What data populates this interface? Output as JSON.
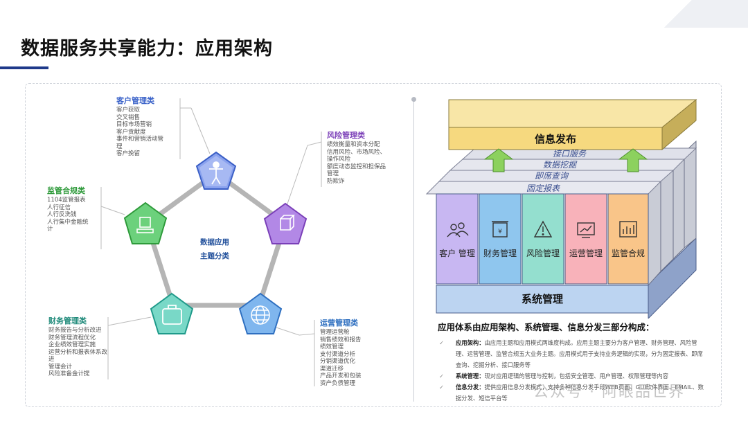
{
  "title": "数据服务共享能力：应用架构",
  "center": {
    "line1": "数据应用",
    "line2": "主题分类"
  },
  "categories": {
    "customer": {
      "title": "客户管理类",
      "color": "#3b63c9",
      "items": [
        "客户获取",
        "交叉销售",
        "目标市场营销",
        "客户贡献度",
        "事件和营销活动管",
        "理",
        "客户挽留"
      ]
    },
    "risk": {
      "title": "风险管理类",
      "color": "#7b3fb8",
      "items": [
        "绩效衡量和资本分配",
        "信用风险、市场风险、",
        "操作风险",
        "额度动态监控和担保品",
        "管理",
        "防欺诈"
      ]
    },
    "compliance": {
      "title": "监管合规类",
      "color": "#2e9a3a",
      "items": [
        "1104监管报表",
        "人行征信",
        "人行反洗钱",
        "人行集中金融统",
        "计"
      ]
    },
    "finance": {
      "title": "财务管理类",
      "color": "#1f8a7a",
      "items": [
        "财务报告与分析改进",
        "财务管理流程优化",
        "企业绩效管理实施",
        "运营分析和报表体系改",
        "进",
        "管理会计",
        "风险准备金计提"
      ]
    },
    "operation": {
      "title": "运营管理类",
      "color": "#2e6fc0",
      "items": [
        "管理运营舱",
        "销售绩效和报告",
        "绩效管理",
        "支付渠道分析",
        "分销渠道优化",
        "渠道迁移",
        "产品开发和包装",
        "资产负债管理"
      ]
    }
  },
  "architecture": {
    "top": "信息发布",
    "layers": [
      "接口服务",
      "数据挖掘",
      "即席查询",
      "固定报表"
    ],
    "columns": [
      "客户 管理",
      "财务管理",
      "风险管理",
      "运营管理",
      "监管合规"
    ],
    "column_colors": [
      "#c8b7f2",
      "#8fc6ee",
      "#94dfcf",
      "#f8b2ba",
      "#f9c589"
    ],
    "base": "系统管理",
    "icons": [
      "people-icon",
      "money-icon",
      "warning-icon",
      "chart-line-icon",
      "bar-chart-icon"
    ]
  },
  "description": {
    "heading": "应用体系由应用架构、系统管理、信息分发三部分构成：",
    "items": [
      {
        "label": "应用架构：",
        "text": "由应用主题和应用模式两维度构成。应用主题主要分为客户管理、财务管理、风险管理、运营管理、监管合规五大业务主题。应用模式用于支持业务逻辑的实现，分为固定报表、即席查询、挖掘分析、接口服务等"
      },
      {
        "label": "系统管理：",
        "text": "现对应用逻辑的管理与控制，包括安全管理、用户管理、权限管理等内容"
      },
      {
        "label": "信息分发：",
        "text": "提供应用信息分发模式，支持多种信息分发手段WEB页面、GUI软件界面、EMAIL、数据分发、短信平台等"
      }
    ]
  },
  "watermark": "公众号 · 阿眼品世界"
}
